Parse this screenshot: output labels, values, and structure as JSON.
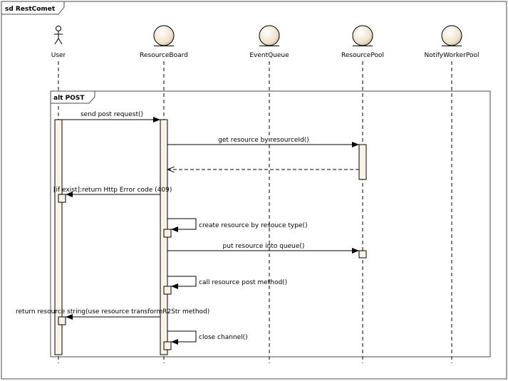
{
  "frame": {
    "label": "sd RestComet"
  },
  "lifelines": [
    {
      "name": "User",
      "kind": "actor"
    },
    {
      "name": "ResourceBoard",
      "kind": "entity"
    },
    {
      "name": "EventQueue",
      "kind": "entity"
    },
    {
      "name": "ResourcePool",
      "kind": "entity"
    },
    {
      "name": "NotifyWorkerPool",
      "kind": "entity"
    }
  ],
  "fragment": {
    "label": "alt POST"
  },
  "messages": [
    {
      "label": "send post request()"
    },
    {
      "label": "get resource by resourceId()"
    },
    {
      "label": ""
    },
    {
      "label": "[if exist]:return Http Error code (409)"
    },
    {
      "label": "create resource by resouce type()"
    },
    {
      "label": "put resource into queue()"
    },
    {
      "label": "call resource post method()"
    },
    {
      "label": "return resource string(use resource transformR2Str method)"
    },
    {
      "label": "close channel()"
    }
  ],
  "colors": {
    "entity_fill": "#f3e8d8",
    "activation_fill": "#fbf3e6",
    "line": "#000000",
    "border": "#4a4a4a"
  }
}
